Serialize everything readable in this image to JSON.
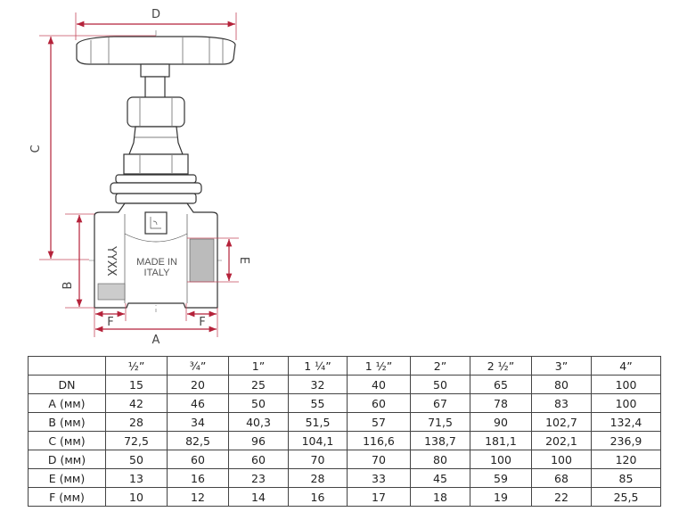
{
  "drawing": {
    "dimension_labels": {
      "D": "D",
      "C": "C",
      "B": "B",
      "E": "E",
      "F_left": "F",
      "F_right": "F",
      "A": "A"
    },
    "body_marking": [
      "MADE IN",
      "ITALY"
    ],
    "size_marking": "YYXX",
    "dimension_color": "#b5223a"
  },
  "table": {
    "columns": [
      "½”",
      "¾”",
      "1”",
      "1 ¼”",
      "1 ½”",
      "2”",
      "2 ½”",
      "3”",
      "4”"
    ],
    "rows": [
      {
        "label": "DN",
        "values": [
          "15",
          "20",
          "25",
          "32",
          "40",
          "50",
          "65",
          "80",
          "100"
        ]
      },
      {
        "label": "A (мм)",
        "values": [
          "42",
          "46",
          "50",
          "55",
          "60",
          "67",
          "78",
          "83",
          "100"
        ]
      },
      {
        "label": "B (мм)",
        "values": [
          "28",
          "34",
          "40,3",
          "51,5",
          "57",
          "71,5",
          "90",
          "102,7",
          "132,4"
        ]
      },
      {
        "label": "C (мм)",
        "values": [
          "72,5",
          "82,5",
          "96",
          "104,1",
          "116,6",
          "138,7",
          "181,1",
          "202,1",
          "236,9"
        ]
      },
      {
        "label": "D (мм)",
        "values": [
          "50",
          "60",
          "60",
          "70",
          "70",
          "80",
          "100",
          "100",
          "120"
        ]
      },
      {
        "label": "E (мм)",
        "values": [
          "13",
          "16",
          "23",
          "28",
          "33",
          "45",
          "59",
          "68",
          "85"
        ]
      },
      {
        "label": "F (мм)",
        "values": [
          "10",
          "12",
          "14",
          "16",
          "17",
          "18",
          "19",
          "22",
          "25,5"
        ]
      }
    ]
  }
}
